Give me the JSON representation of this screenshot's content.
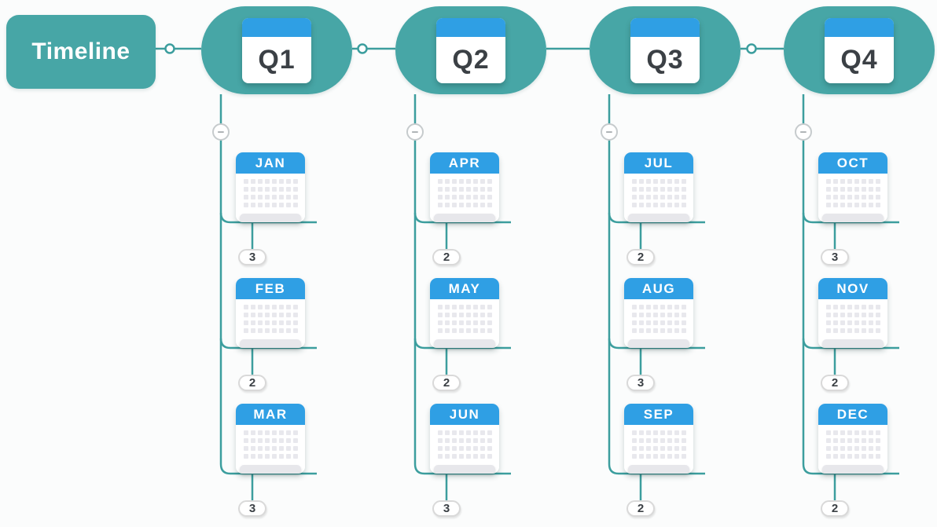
{
  "root": {
    "label": "Timeline"
  },
  "icons": {
    "collapse_glyph": "−",
    "connector_dot": "small white circle with teal outline"
  },
  "colors": {
    "node_teal": "#47a6a6",
    "connector_teal": "#3c9e9e",
    "calendar_blue": "#2f9fe4",
    "text_dark": "#3b4045",
    "badge_border": "#d9d9d9",
    "calendar_grid_gray": "#e8e8ed"
  },
  "quarters": [
    {
      "label": "Q1",
      "months": [
        {
          "label": "JAN",
          "count": 3
        },
        {
          "label": "FEB",
          "count": 2
        },
        {
          "label": "MAR",
          "count": 3
        }
      ]
    },
    {
      "label": "Q2",
      "months": [
        {
          "label": "APR",
          "count": 2
        },
        {
          "label": "MAY",
          "count": 2
        },
        {
          "label": "JUN",
          "count": 3
        }
      ]
    },
    {
      "label": "Q3",
      "months": [
        {
          "label": "JUL",
          "count": 2
        },
        {
          "label": "AUG",
          "count": 3
        },
        {
          "label": "SEP",
          "count": 2
        }
      ]
    },
    {
      "label": "Q4",
      "months": [
        {
          "label": "OCT",
          "count": 3
        },
        {
          "label": "NOV",
          "count": 2
        },
        {
          "label": "DEC",
          "count": 2
        }
      ]
    }
  ]
}
